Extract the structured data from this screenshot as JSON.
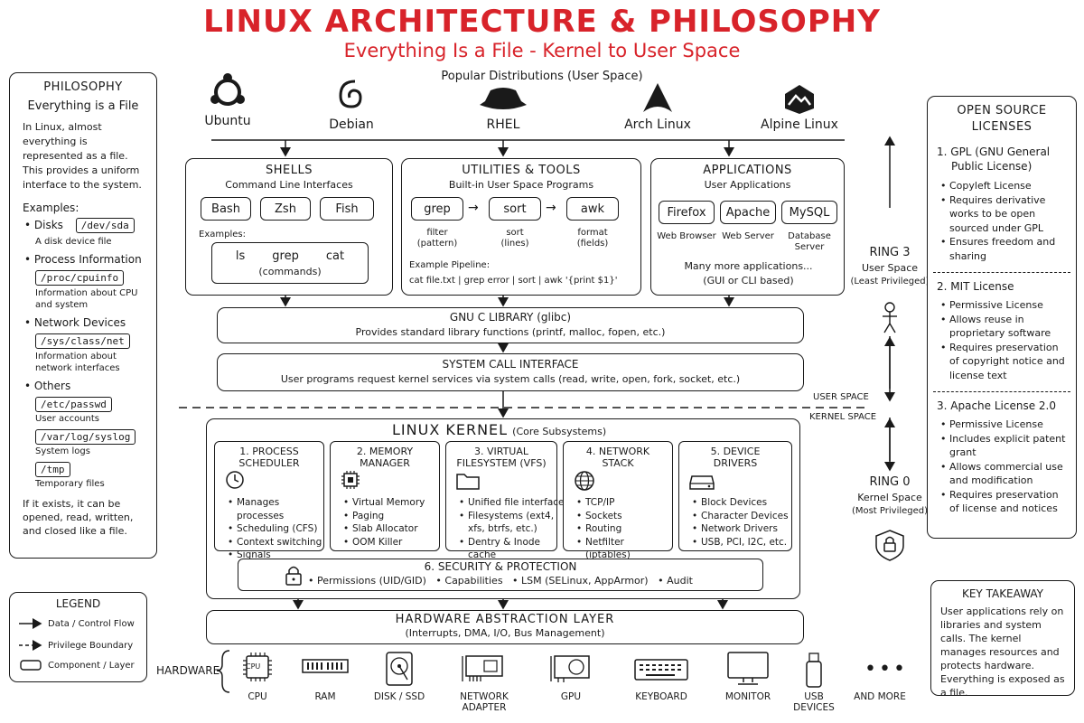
{
  "header": {
    "title": "LINUX ARCHITECTURE & PHILOSOPHY",
    "subtitle": "Everything Is a File - Kernel to User Space"
  },
  "distros": {
    "heading": "Popular Distributions (User Space)",
    "items": [
      {
        "label": "Ubuntu",
        "icon": "ubuntu-logo-icon"
      },
      {
        "label": "Debian",
        "icon": "debian-swirl-icon"
      },
      {
        "label": "RHEL",
        "icon": "redhat-hat-icon"
      },
      {
        "label": "Arch Linux",
        "icon": "arch-logo-icon"
      },
      {
        "label": "Alpine Linux",
        "icon": "alpine-mountain-icon"
      }
    ]
  },
  "philosophy": {
    "heading": "PHILOSOPHY",
    "subheading": "Everything is a File",
    "intro": "In Linux, almost everything is represented as a file. This provides a uniform interface to the system.",
    "examples_label": "Examples:",
    "groups": [
      {
        "label": "Disks",
        "paths": [
          {
            "path": "/dev/sda",
            "desc": "A disk device file"
          }
        ]
      },
      {
        "label": "Process Information",
        "paths": [
          {
            "path": "/proc/cpuinfo",
            "desc": "Information about CPU and system"
          }
        ]
      },
      {
        "label": "Network Devices",
        "paths": [
          {
            "path": "/sys/class/net",
            "desc": "Information about network interfaces"
          }
        ]
      },
      {
        "label": "Others",
        "paths": [
          {
            "path": "/etc/passwd",
            "desc": "User accounts"
          },
          {
            "path": "/var/log/syslog",
            "desc": "System logs"
          },
          {
            "path": "/tmp",
            "desc": "Temporary files"
          }
        ]
      }
    ],
    "footer": "If it exists, it can be opened, read, written, and closed like a file."
  },
  "shells": {
    "title": "SHELLS",
    "subtitle": "Command Line Interfaces",
    "items": [
      "Bash",
      "Zsh",
      "Fish"
    ],
    "examples_label": "Examples:",
    "commands": [
      "ls",
      "grep",
      "cat"
    ],
    "commands_caption": "(commands)"
  },
  "utilities": {
    "title": "UTILITIES & TOOLS",
    "subtitle": "Built-in User Space Programs",
    "tools": [
      {
        "name": "grep",
        "desc1": "filter",
        "desc2": "(pattern)"
      },
      {
        "name": "sort",
        "desc1": "sort",
        "desc2": "(lines)"
      },
      {
        "name": "awk",
        "desc1": "format",
        "desc2": "(fields)"
      }
    ],
    "pipeline_label": "Example Pipeline:",
    "pipeline": "cat file.txt | grep error | sort | awk '{print $1}'"
  },
  "applications": {
    "title": "APPLICATIONS",
    "subtitle": "User Applications",
    "items": [
      {
        "name": "Firefox",
        "desc1": "Web Browser",
        "desc2": ""
      },
      {
        "name": "Apache",
        "desc1": "Web Server",
        "desc2": ""
      },
      {
        "name": "MySQL",
        "desc1": "Database",
        "desc2": "Server"
      }
    ],
    "more1": "Many more applications...",
    "more2": "(GUI or CLI based)"
  },
  "glibc": {
    "title": "GNU C LIBRARY (glibc)",
    "desc": "Provides standard library functions (printf, malloc, fopen, etc.)"
  },
  "syscall": {
    "title": "SYSTEM CALL INTERFACE",
    "desc": "User programs request kernel services via system calls (read, write, open, fork, socket, etc.)"
  },
  "boundary": {
    "user_space": "USER SPACE",
    "kernel_space": "KERNEL SPACE"
  },
  "kernel": {
    "title": "LINUX KERNEL",
    "subtitle": "(Core Subsystems)",
    "subsystems": [
      {
        "title1": "1. PROCESS",
        "title2": "SCHEDULER",
        "icon": "clock-icon",
        "items": [
          "Manages processes",
          "Scheduling (CFS)",
          "Context switching",
          "Signals"
        ]
      },
      {
        "title1": "2. MEMORY",
        "title2": "MANAGER",
        "icon": "memory-chip-icon",
        "items": [
          "Virtual Memory",
          "Paging",
          "Slab Allocator",
          "OOM Killer"
        ]
      },
      {
        "title1": "3. VIRTUAL",
        "title2": "FILESYSTEM (VFS)",
        "icon": "folder-icon",
        "items": [
          "Unified file interface",
          "Filesystems (ext4, xfs, btrfs, etc.)",
          "Dentry & Inode cache"
        ]
      },
      {
        "title1": "4. NETWORK",
        "title2": "STACK",
        "icon": "globe-icon",
        "items": [
          "TCP/IP",
          "Sockets",
          "Routing",
          "Netfilter (iptables)"
        ]
      },
      {
        "title1": "5. DEVICE",
        "title2": "DRIVERS",
        "icon": "drive-icon",
        "items": [
          "Block Devices",
          "Character Devices",
          "Network Drivers",
          "USB, PCI, I2C, etc."
        ]
      }
    ],
    "security": {
      "title": "6. SECURITY & PROTECTION",
      "items": [
        "Permissions (UID/GID)",
        "Capabilities",
        "LSM (SELinux, AppArmor)",
        "Audit"
      ]
    }
  },
  "hal": {
    "title": "HARDWARE ABSTRACTION LAYER",
    "desc": "(Interrupts, DMA, I/O, Bus Management)"
  },
  "hardware": {
    "label": "HARDWARE",
    "items": [
      {
        "label1": "CPU",
        "label2": "",
        "icon": "cpu-icon"
      },
      {
        "label1": "RAM",
        "label2": "",
        "icon": "ram-icon"
      },
      {
        "label1": "DISK / SSD",
        "label2": "",
        "icon": "disk-icon"
      },
      {
        "label1": "NETWORK",
        "label2": "ADAPTER",
        "icon": "network-card-icon"
      },
      {
        "label1": "GPU",
        "label2": "",
        "icon": "gpu-icon"
      },
      {
        "label1": "KEYBOARD",
        "label2": "",
        "icon": "keyboard-icon"
      },
      {
        "label1": "MONITOR",
        "label2": "",
        "icon": "monitor-icon"
      },
      {
        "label1": "USB",
        "label2": "DEVICES",
        "icon": "usb-icon"
      },
      {
        "label1": "AND MORE",
        "label2": "",
        "icon": "ellipsis-icon"
      }
    ],
    "cpu_chip_text": "CPU"
  },
  "rings": {
    "ring3": {
      "title": "RING 3",
      "line1": "User Space",
      "line2": "(Least Privileged)"
    },
    "ring0": {
      "title": "RING 0",
      "line1": "Kernel Space",
      "line2": "(Most Privileged)"
    }
  },
  "licenses": {
    "heading1": "OPEN SOURCE",
    "heading2": "LICENSES",
    "items": [
      {
        "title1": "1. GPL (GNU General",
        "title2": "Public License)",
        "points": [
          "Copyleft License",
          "Requires derivative works to be open sourced under GPL",
          "Ensures freedom and sharing"
        ]
      },
      {
        "title1": "2. MIT License",
        "title2": "",
        "points": [
          "Permissive License",
          "Allows reuse in proprietary software",
          "Requires preservation of copyright notice and license text"
        ]
      },
      {
        "title1": "3. Apache License 2.0",
        "title2": "",
        "points": [
          "Permissive License",
          "Includes explicit patent grant",
          "Allows commercial use and modification",
          "Requires preservation of license and notices"
        ]
      }
    ]
  },
  "legend": {
    "heading": "LEGEND",
    "items": [
      "Data / Control Flow",
      "Privilege Boundary",
      "Component / Layer"
    ]
  },
  "takeaway": {
    "heading": "KEY TAKEAWAY",
    "text": "User applications rely on libraries and system calls. The kernel manages resources and protects hardware. Everything is exposed as a file."
  }
}
